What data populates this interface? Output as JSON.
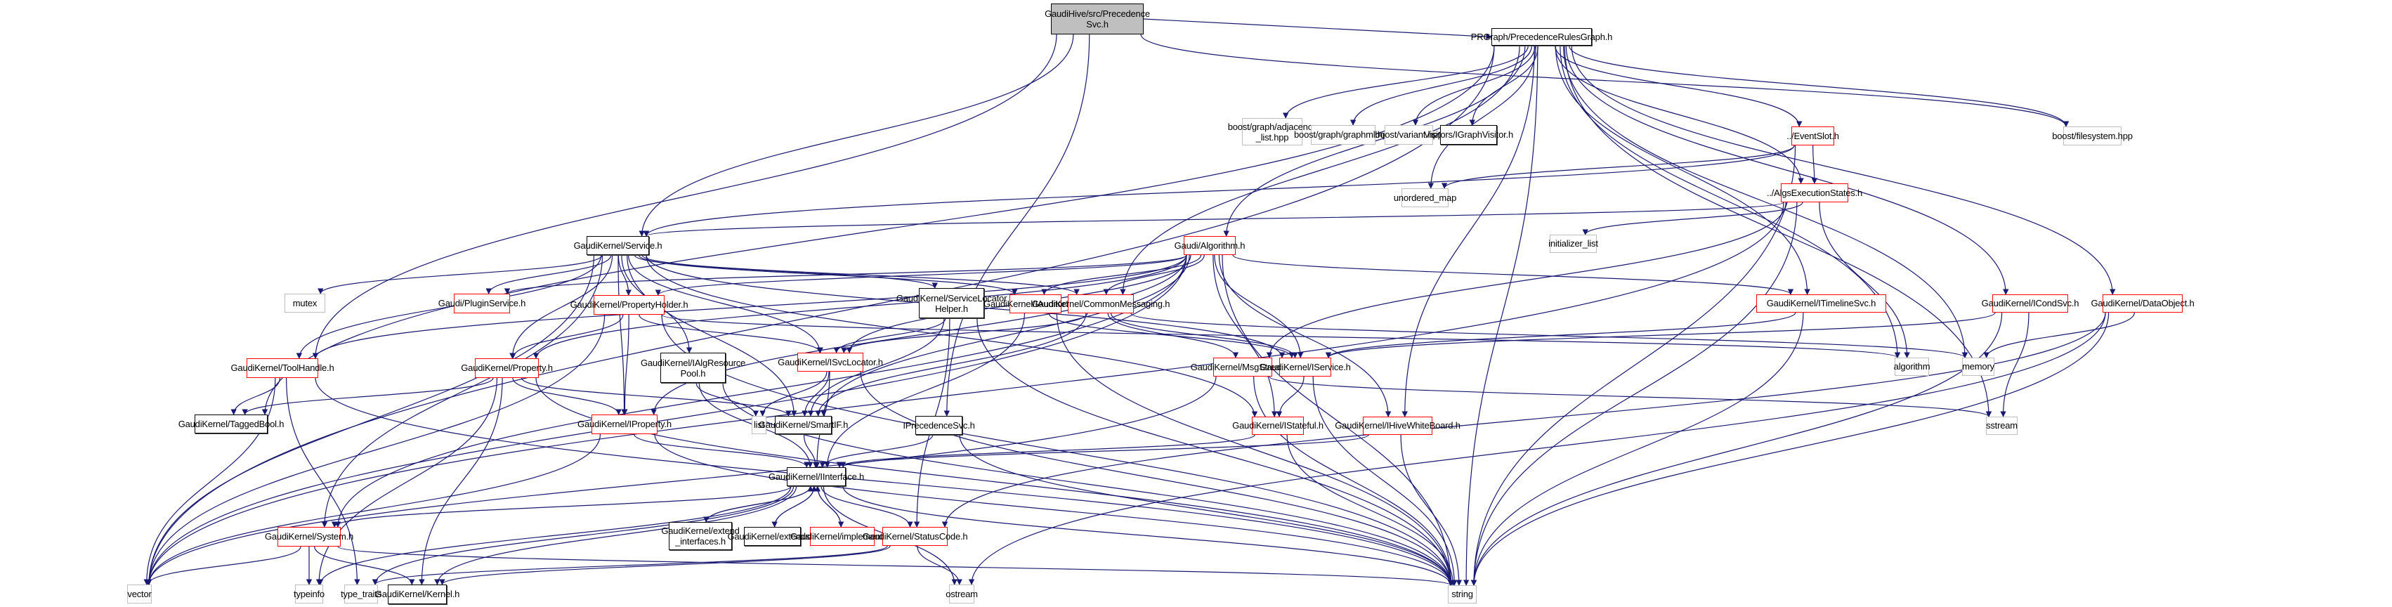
{
  "title": "GaudiHive/src/PrecedenceSvc.h include dependency graph",
  "colors": {
    "edge": "#191970",
    "red_border": "#ff0000",
    "black_border": "#000000",
    "gray_border": "#bfbfbf",
    "root_fill": "#bfbfbf"
  },
  "nodes": [
    {
      "id": "root",
      "label": "GaudiHive/src/Precedence\nSvc.h",
      "kind": "root"
    },
    {
      "id": "prgraph",
      "label": "PRGraph/PrecedenceRulesGraph.h",
      "kind": "black"
    },
    {
      "id": "adjlist",
      "label": "boost/graph/adjacency\n_list.hpp",
      "kind": "gray"
    },
    {
      "id": "graphml",
      "label": "boost/graph/graphml.hpp",
      "kind": "gray"
    },
    {
      "id": "variant",
      "label": "boost/variant.hpp",
      "kind": "gray"
    },
    {
      "id": "igraphvisitor",
      "label": "Visitors/IGraphVisitor.h",
      "kind": "black"
    },
    {
      "id": "eventslot",
      "label": "../EventSlot.h",
      "kind": "red"
    },
    {
      "id": "filesystem",
      "label": "boost/filesystem.hpp",
      "kind": "gray"
    },
    {
      "id": "unordered_map",
      "label": "unordered_map",
      "kind": "gray"
    },
    {
      "id": "algsexec",
      "label": "../AlgsExecutionStates.h",
      "kind": "red"
    },
    {
      "id": "initializer_list",
      "label": "initializer_list",
      "kind": "gray"
    },
    {
      "id": "service",
      "label": "GaudiKernel/Service.h",
      "kind": "black"
    },
    {
      "id": "algorithm_h",
      "label": "Gaudi/Algorithm.h",
      "kind": "red"
    },
    {
      "id": "mutex",
      "label": "mutex",
      "kind": "gray"
    },
    {
      "id": "pluginservice",
      "label": "Gaudi/PluginService.h",
      "kind": "red"
    },
    {
      "id": "propertyholder",
      "label": "GaudiKernel/PropertyHolder.h",
      "kind": "red"
    },
    {
      "id": "svclocatorhelper",
      "label": "GaudiKernel/ServiceLocator\nHelper.h",
      "kind": "black"
    },
    {
      "id": "iauditorsvc",
      "label": "GaudiKernel/IAuditorSvc.h",
      "kind": "red"
    },
    {
      "id": "commonmessaging",
      "label": "GaudiKernel/CommonMessaging.h",
      "kind": "red"
    },
    {
      "id": "itimelinesvc",
      "label": "GaudiKernel/ITimelineSvc.h",
      "kind": "red"
    },
    {
      "id": "icondsvc",
      "label": "GaudiKernel/ICondSvc.h",
      "kind": "red"
    },
    {
      "id": "dataobject",
      "label": "GaudiKernel/DataObject.h",
      "kind": "red"
    },
    {
      "id": "algorithm",
      "label": "algorithm",
      "kind": "gray"
    },
    {
      "id": "memory",
      "label": "memory",
      "kind": "gray"
    },
    {
      "id": "toolhandle",
      "label": "GaudiKernel/ToolHandle.h",
      "kind": "red"
    },
    {
      "id": "property",
      "label": "GaudiKernel/Property.h",
      "kind": "red"
    },
    {
      "id": "ialgrespool",
      "label": "GaudiKernel/IAlgResource\nPool.h",
      "kind": "black"
    },
    {
      "id": "isvclocator",
      "label": "GaudiKernel/ISvcLocator.h",
      "kind": "red"
    },
    {
      "id": "msgstream",
      "label": "GaudiKernel/MsgStream.h",
      "kind": "red"
    },
    {
      "id": "iservice",
      "label": "GaudiKernel/IService.h",
      "kind": "red"
    },
    {
      "id": "taggedbool",
      "label": "GaudiKernel/TaggedBool.h",
      "kind": "black"
    },
    {
      "id": "iproperty",
      "label": "GaudiKernel/IProperty.h",
      "kind": "red"
    },
    {
      "id": "list",
      "label": "list",
      "kind": "gray"
    },
    {
      "id": "smartif",
      "label": "GaudiKernel/SmartIF.h",
      "kind": "black"
    },
    {
      "id": "iprecedencesvc",
      "label": "IPrecedenceSvc.h",
      "kind": "black"
    },
    {
      "id": "istateful",
      "label": "GaudiKernel/IStateful.h",
      "kind": "red"
    },
    {
      "id": "ihivewhiteboard",
      "label": "GaudiKernel/IHiveWhiteBoard.h",
      "kind": "red"
    },
    {
      "id": "sstream",
      "label": "sstream",
      "kind": "gray"
    },
    {
      "id": "iinterface",
      "label": "GaudiKernel/IInterface.h",
      "kind": "black"
    },
    {
      "id": "system",
      "label": "GaudiKernel/System.h",
      "kind": "red"
    },
    {
      "id": "extend_interfaces",
      "label": "GaudiKernel/extend\n_interfaces.h",
      "kind": "black"
    },
    {
      "id": "extends",
      "label": "GaudiKernel/extends.h",
      "kind": "black"
    },
    {
      "id": "implements",
      "label": "GaudiKernel/implements.h",
      "kind": "red"
    },
    {
      "id": "statuscode",
      "label": "GaudiKernel/StatusCode.h",
      "kind": "red"
    },
    {
      "id": "vector",
      "label": "vector",
      "kind": "gray"
    },
    {
      "id": "typeinfo",
      "label": "typeinfo",
      "kind": "gray"
    },
    {
      "id": "type_traits",
      "label": "type_traits",
      "kind": "gray"
    },
    {
      "id": "kernel",
      "label": "GaudiKernel/Kernel.h",
      "kind": "black"
    },
    {
      "id": "ostream",
      "label": "ostream",
      "kind": "gray"
    },
    {
      "id": "string",
      "label": "string",
      "kind": "gray"
    }
  ],
  "edges": [
    [
      "root",
      "prgraph"
    ],
    [
      "root",
      "service"
    ],
    [
      "root",
      "iprecedencesvc"
    ],
    [
      "root",
      "filesystem"
    ],
    [
      "root",
      "toolhandle"
    ],
    [
      "prgraph",
      "adjlist"
    ],
    [
      "prgraph",
      "graphml"
    ],
    [
      "prgraph",
      "variant"
    ],
    [
      "prgraph",
      "igraphvisitor"
    ],
    [
      "prgraph",
      "eventslot"
    ],
    [
      "prgraph",
      "filesystem"
    ],
    [
      "prgraph",
      "unordered_map"
    ],
    [
      "prgraph",
      "algsexec"
    ],
    [
      "prgraph",
      "algorithm_h"
    ],
    [
      "prgraph",
      "commonmessaging"
    ],
    [
      "prgraph",
      "itimelinesvc"
    ],
    [
      "prgraph",
      "icondsvc"
    ],
    [
      "prgraph",
      "dataobject"
    ],
    [
      "prgraph",
      "algorithm"
    ],
    [
      "prgraph",
      "memory"
    ],
    [
      "prgraph",
      "sstream"
    ],
    [
      "prgraph",
      "ihivewhiteboard"
    ],
    [
      "prgraph",
      "vector"
    ],
    [
      "prgraph",
      "taggedbool"
    ],
    [
      "prgraph",
      "string"
    ],
    [
      "eventslot",
      "unordered_map"
    ],
    [
      "eventslot",
      "algsexec"
    ],
    [
      "eventslot",
      "service"
    ],
    [
      "eventslot",
      "string"
    ],
    [
      "algsexec",
      "initializer_list"
    ],
    [
      "algsexec",
      "algorithm"
    ],
    [
      "algsexec",
      "string"
    ],
    [
      "algsexec",
      "msgstream"
    ],
    [
      "algsexec",
      "vector"
    ],
    [
      "algsexec",
      "service"
    ],
    [
      "service",
      "mutex"
    ],
    [
      "service",
      "pluginservice"
    ],
    [
      "service",
      "propertyholder"
    ],
    [
      "service",
      "svclocatorhelper"
    ],
    [
      "service",
      "iauditorsvc"
    ],
    [
      "service",
      "commonmessaging"
    ],
    [
      "service",
      "toolhandle"
    ],
    [
      "service",
      "property"
    ],
    [
      "service",
      "isvclocator"
    ],
    [
      "service",
      "iservice"
    ],
    [
      "service",
      "smartif"
    ],
    [
      "service",
      "iproperty"
    ],
    [
      "service",
      "istateful"
    ],
    [
      "service",
      "system"
    ],
    [
      "service",
      "vector"
    ],
    [
      "service",
      "ialgrespool"
    ],
    [
      "algorithm_h",
      "pluginservice"
    ],
    [
      "algorithm_h",
      "propertyholder"
    ],
    [
      "algorithm_h",
      "iauditorsvc"
    ],
    [
      "algorithm_h",
      "commonmessaging"
    ],
    [
      "algorithm_h",
      "itimelinesvc"
    ],
    [
      "algorithm_h",
      "toolhandle"
    ],
    [
      "algorithm_h",
      "property"
    ],
    [
      "algorithm_h",
      "isvclocator"
    ],
    [
      "algorithm_h",
      "iservice"
    ],
    [
      "algorithm_h",
      "iproperty"
    ],
    [
      "algorithm_h",
      "istateful"
    ],
    [
      "algorithm_h",
      "ihivewhiteboard"
    ],
    [
      "algorithm_h",
      "system"
    ],
    [
      "algorithm_h",
      "string"
    ],
    [
      "algorithm_h",
      "vector"
    ],
    [
      "algorithm_h",
      "smartif"
    ],
    [
      "propertyholder",
      "property"
    ],
    [
      "propertyholder",
      "iproperty"
    ],
    [
      "propertyholder",
      "isvclocator"
    ],
    [
      "propertyholder",
      "algorithm"
    ],
    [
      "propertyholder",
      "string"
    ],
    [
      "propertyholder",
      "vector"
    ],
    [
      "svclocatorhelper",
      "isvclocator"
    ],
    [
      "svclocatorhelper",
      "smartif"
    ],
    [
      "svclocatorhelper",
      "statuscode"
    ],
    [
      "svclocatorhelper",
      "string"
    ],
    [
      "iauditorsvc",
      "iservice"
    ],
    [
      "iauditorsvc",
      "string"
    ],
    [
      "iauditorsvc",
      "iinterface"
    ],
    [
      "commonmessaging",
      "msgstream"
    ],
    [
      "commonmessaging",
      "iservice"
    ],
    [
      "commonmessaging",
      "isvclocator"
    ],
    [
      "commonmessaging",
      "memory"
    ],
    [
      "commonmessaging",
      "smartif"
    ],
    [
      "itimelinesvc",
      "iservice"
    ],
    [
      "itimelinesvc",
      "string"
    ],
    [
      "icondsvc",
      "iservice"
    ],
    [
      "icondsvc",
      "sstream"
    ],
    [
      "icondsvc",
      "string"
    ],
    [
      "dataobject",
      "memory"
    ],
    [
      "dataobject",
      "string"
    ],
    [
      "dataobject",
      "ostream"
    ],
    [
      "dataobject",
      "statuscode"
    ],
    [
      "toolhandle",
      "taggedbool"
    ],
    [
      "toolhandle",
      "vector"
    ],
    [
      "toolhandle",
      "type_traits"
    ],
    [
      "toolhandle",
      "string"
    ],
    [
      "property",
      "taggedbool"
    ],
    [
      "property",
      "iproperty"
    ],
    [
      "property",
      "kernel"
    ],
    [
      "property",
      "string"
    ],
    [
      "property",
      "typeinfo"
    ],
    [
      "property",
      "smartif"
    ],
    [
      "ialgrespool",
      "list"
    ],
    [
      "ialgrespool",
      "iinterface"
    ],
    [
      "ialgrespool",
      "string"
    ],
    [
      "isvclocator",
      "list"
    ],
    [
      "isvclocator",
      "smartif"
    ],
    [
      "isvclocator",
      "iinterface"
    ],
    [
      "isvclocator",
      "string"
    ],
    [
      "msgstream",
      "sstream"
    ],
    [
      "msgstream",
      "string"
    ],
    [
      "msgstream",
      "vector"
    ],
    [
      "iservice",
      "istateful"
    ],
    [
      "iservice",
      "string"
    ],
    [
      "iproperty",
      "iinterface"
    ],
    [
      "iproperty",
      "vector"
    ],
    [
      "iproperty",
      "string"
    ],
    [
      "smartif",
      "iinterface"
    ],
    [
      "iprecedencesvc",
      "iinterface"
    ],
    [
      "iprecedencesvc",
      "string"
    ],
    [
      "istateful",
      "iinterface"
    ],
    [
      "istateful",
      "string"
    ],
    [
      "ihivewhiteboard",
      "iinterface"
    ],
    [
      "ihivewhiteboard",
      "string"
    ],
    [
      "iinterface",
      "system"
    ],
    [
      "iinterface",
      "extend_interfaces"
    ],
    [
      "iinterface",
      "extends"
    ],
    [
      "iinterface",
      "implements"
    ],
    [
      "iinterface",
      "statuscode"
    ],
    [
      "iinterface",
      "kernel"
    ],
    [
      "iinterface",
      "typeinfo"
    ],
    [
      "iinterface",
      "type_traits"
    ],
    [
      "iinterface",
      "ostream"
    ],
    [
      "iinterface",
      "string"
    ],
    [
      "extend_interfaces",
      "iinterface"
    ],
    [
      "extends",
      "iinterface"
    ],
    [
      "implements",
      "iinterface"
    ],
    [
      "system",
      "vector"
    ],
    [
      "system",
      "typeinfo"
    ],
    [
      "system",
      "kernel"
    ],
    [
      "system",
      "string"
    ],
    [
      "statuscode",
      "kernel"
    ],
    [
      "statuscode",
      "ostream"
    ],
    [
      "statuscode",
      "type_traits"
    ]
  ]
}
